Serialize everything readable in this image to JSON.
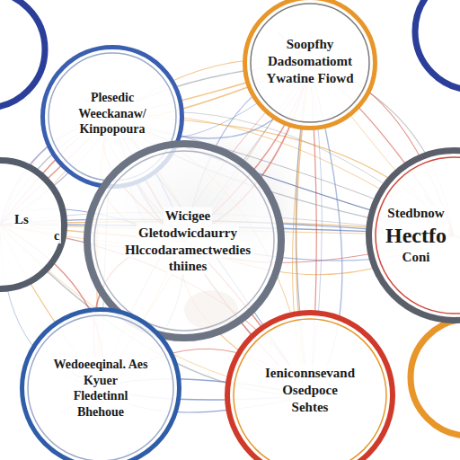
{
  "diagram": {
    "nodes": [
      {
        "text": [
          "Plesedic",
          "Weeckanaw/",
          "Kinpopoura"
        ]
      },
      {
        "text": [
          "Soopfhy",
          "Dadsomatiomt",
          "Ywatine Fiowd"
        ]
      },
      {
        "text": [
          "Ls"
        ]
      },
      {
        "text": [
          "Wicigee",
          "Gletodwicdaurry",
          "Hlccodaramectwedies",
          "thiines"
        ]
      },
      {
        "text": [
          "Stedbnow",
          "Hectfo",
          "Coni"
        ]
      },
      {
        "text": [
          "Wedoeeqinal. Aes",
          "Kyuer",
          "Fledetinnl",
          "Bhehoue"
        ]
      },
      {
        "text": [
          "Ieniconnsevand",
          "Osedpoce",
          "Sehtes"
        ]
      }
    ],
    "labels": [
      "c"
    ]
  }
}
